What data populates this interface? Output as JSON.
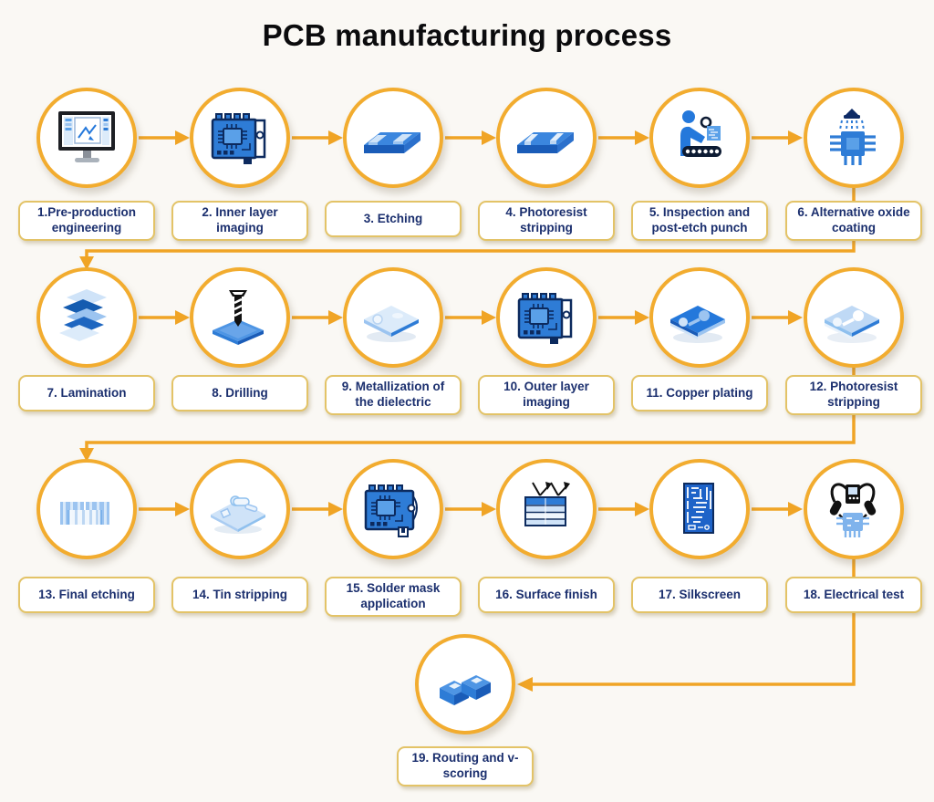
{
  "title": "PCB manufacturing process",
  "colors": {
    "gold_line": "#F0A425",
    "circle_border": "#F2AC2F",
    "box_border": "#E3C367",
    "label_text": "#1B2F6E",
    "background": "#FAF8F4",
    "icon_blue": "#2E7CD6",
    "icon_dark_blue": "#1A5CB8",
    "icon_light_blue": "#CFE3F8",
    "icon_navy": "#0C2A5E"
  },
  "steps": [
    {
      "num": 1,
      "label": "1.Pre-production engineering",
      "icon": "cad-monitor-icon"
    },
    {
      "num": 2,
      "label": "2. Inner layer imaging",
      "icon": "inner-layer-pcb-icon"
    },
    {
      "num": 3,
      "label": "3. Etching",
      "icon": "etched-board-icon"
    },
    {
      "num": 4,
      "label": "4. Photoresist stripping",
      "icon": "photoresist-board-icon"
    },
    {
      "num": 5,
      "label": "5. Inspection and post-etch punch",
      "icon": "inspection-conveyor-icon"
    },
    {
      "num": 6,
      "label": "6. Alternative oxide coating",
      "icon": "chip-spray-icon"
    },
    {
      "num": 7,
      "label": "7. Lamination",
      "icon": "layer-stack-icon"
    },
    {
      "num": 8,
      "label": "8. Drilling",
      "icon": "drill-icon"
    },
    {
      "num": 9,
      "label": "9. Metallization of the dielectric",
      "icon": "dielectric-board-icon"
    },
    {
      "num": 10,
      "label": "10. Outer layer imaging",
      "icon": "outer-layer-pcb-icon"
    },
    {
      "num": 11,
      "label": "11. Copper plating",
      "icon": "copper-board-icon"
    },
    {
      "num": 12,
      "label": "12. Photoresist stripping",
      "icon": "stripped-board-icon"
    },
    {
      "num": 13,
      "label": "13. Final etching",
      "icon": "etch-profile-icon"
    },
    {
      "num": 14,
      "label": "14. Tin stripping",
      "icon": "tin-strip-board-icon"
    },
    {
      "num": 15,
      "label": "15. Solder mask application",
      "icon": "solder-mask-pcb-icon"
    },
    {
      "num": 16,
      "label": "16. Surface finish",
      "icon": "surface-finish-icon"
    },
    {
      "num": 17,
      "label": "17. Silkscreen",
      "icon": "silkscreen-board-icon"
    },
    {
      "num": 18,
      "label": "18. Electrical test",
      "icon": "multimeter-test-icon"
    },
    {
      "num": 19,
      "label": "19. Routing and v-scoring",
      "icon": "routed-blocks-icon"
    }
  ]
}
